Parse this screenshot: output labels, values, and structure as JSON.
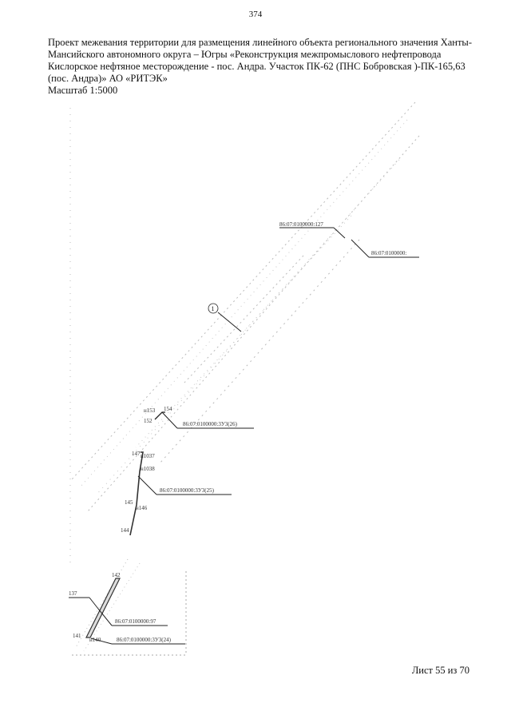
{
  "page_number": "374",
  "title": "Проект межевания  территории для размещения линейного объекта регионального значения Ханты-Мансийского автономного округа – Югры  «Реконструкция межпромыслового нефтепровода Кислорское нефтяное месторождение - пос. Андра. Участок ПК-62 (ПНС Бобровская )-ПК-165,63 (пос. Андра)» АО «РИТЭК»",
  "scale": "Масштаб 1:5000",
  "map": {
    "circle_label": "1",
    "parcel_labels": [
      "86:07:0100000:127",
      "86:07:0100000:",
      "86:07:0100000:3У3(26)",
      "86:07:0100000:3У3(25)",
      "86:07:0100000:97",
      "86:07:0100000:3У3(24)"
    ],
    "point_labels": [
      "н153",
      "154",
      "152",
      "147",
      "н1037",
      "н1038",
      "145",
      "н146",
      "144",
      "142",
      "137",
      "141",
      "н140"
    ]
  },
  "footer": "Лист 55 из 70"
}
